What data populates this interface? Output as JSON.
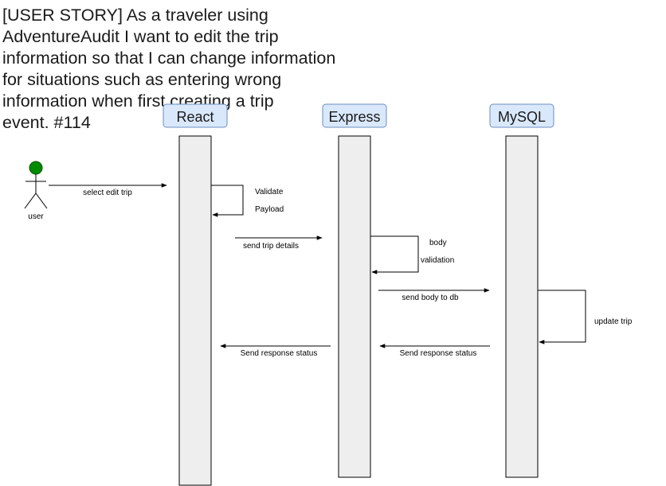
{
  "story": {
    "lines": [
      "[USER STORY] As a traveler using",
      "AdventureAudit I want to edit the trip",
      "information so that I can change information",
      "for situations such as entering wrong",
      "information when first creating a trip",
      "event. #114"
    ]
  },
  "actor": {
    "label": "user",
    "head_color": "#008a00"
  },
  "participants": [
    {
      "label": "React"
    },
    {
      "label": "Express"
    },
    {
      "label": "MySQL"
    }
  ],
  "messages": {
    "select_edit_trip": "select edit trip",
    "validate_payload_1": "Validate",
    "validate_payload_2": "Payload",
    "send_trip_details": "send trip details",
    "body_validation_1": "body",
    "body_validation_2": "validation",
    "send_body_to_db": "send body to db",
    "update_trip": "update trip",
    "response_mysql_express": "Send response status",
    "response_express_react": "Send response status"
  },
  "colors": {
    "header_fill": "#dae8fc",
    "header_stroke": "#6c8ebf",
    "lifeline_fill": "#eeeeee"
  }
}
